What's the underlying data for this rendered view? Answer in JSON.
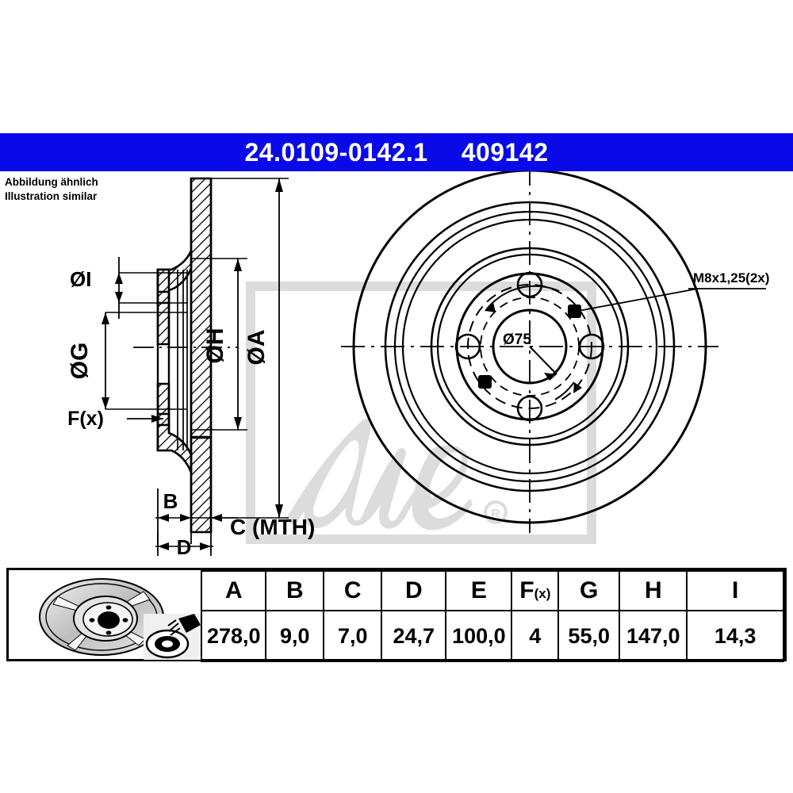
{
  "header": {
    "part_code": "24.0109-0142.1",
    "reference_number": "409142",
    "bar_color": "#0a0ae8",
    "text_color": "#ffffff"
  },
  "note": {
    "line_de": "Abbildung ähnlich",
    "line_en": "Illustration similar"
  },
  "drawing": {
    "section_view": {
      "dimension_labels": {
        "diameter_i": "ØI",
        "diameter_g": "ØG",
        "diameter_h": "ØH",
        "diameter_a": "ØA",
        "fx": "F(x)",
        "b": "B",
        "c": "C (MTH)",
        "d": "D"
      }
    },
    "face_view": {
      "thread_callout": "M8x1,25(2x)",
      "center_bore": "Ø75",
      "bolt_hole_count": 4,
      "thread_hole_count": 2
    },
    "watermark": {
      "brand": "Ate",
      "registered_mark": "®",
      "color": "#dcdcdc"
    }
  },
  "spec_table": {
    "headers": [
      "A",
      "B",
      "C",
      "D",
      "E",
      "F(x)",
      "G",
      "H",
      "I"
    ],
    "fx_base": "F",
    "fx_sub": "(x)",
    "values": [
      "278,0",
      "9,0",
      "7,0",
      "24,7",
      "100,0",
      "4",
      "55,0",
      "147,0",
      "14,3"
    ],
    "icons": {
      "disc": "brake-disc-3d",
      "coated": "coated-disc-spray"
    }
  }
}
